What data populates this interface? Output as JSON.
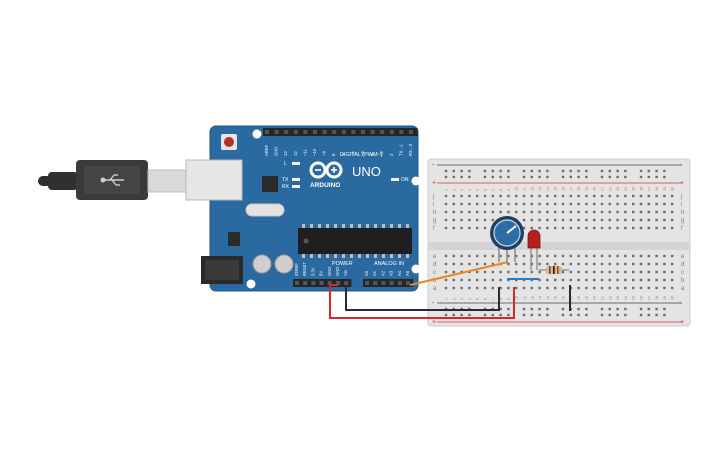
{
  "board": {
    "brand": "ARDUINO",
    "model": "UNO",
    "digital_label": "DIGITAL (PWM~)",
    "power_label": "POWER",
    "analog_label": "ANALOG IN",
    "on_label": "ON",
    "led_l": "L",
    "led_tx": "TX",
    "led_rx": "RX",
    "digital_pins": [
      "AREF",
      "GND",
      "13",
      "12",
      "~11",
      "~10",
      "~9",
      "8",
      "7",
      "~6",
      "~5",
      "4",
      "~3",
      "2",
      "TX→1",
      "RX←0"
    ],
    "power_pins": [
      "IOREF",
      "RESET",
      "3.3V",
      "5V",
      "GND",
      "GND",
      "Vin"
    ],
    "analog_pins": [
      "A0",
      "A1",
      "A2",
      "A3",
      "A4",
      "A5"
    ]
  },
  "breadboard": {
    "rows_top": [
      "j",
      "i",
      "h",
      "g",
      "f"
    ],
    "rows_bottom": [
      "e",
      "d",
      "c",
      "b",
      "a"
    ],
    "columns": 30,
    "rail_minus": "-",
    "rail_plus": "+"
  },
  "colors": {
    "board_blue": "#2a6aa0",
    "wire_red": "#d6282a",
    "wire_black": "#2b2b2b",
    "wire_orange": "#e8881d",
    "wire_blue": "#2a79c9",
    "led_red": "#b22222",
    "pot_blue": "#2e6ea8"
  }
}
